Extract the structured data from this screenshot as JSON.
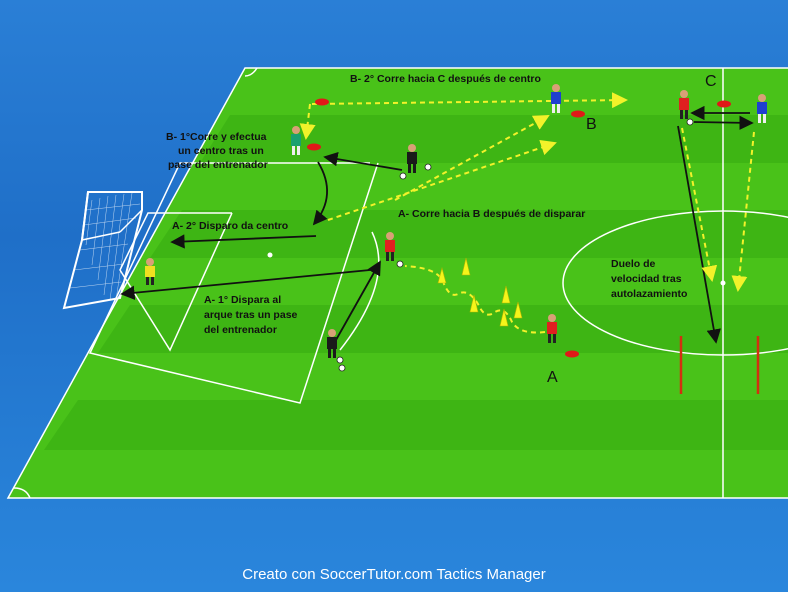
{
  "labels": {
    "b2": "B- 2° Corre hacia C después de centro",
    "b1_line1": "B- 1°Corre y efectua",
    "b1_line2": "un centro tras un",
    "b1_line3": "pase del entrenador",
    "a2": "A- 2° Disparo da centro",
    "a_run": "A- Corre hacia B después de disparar",
    "a1_line1": "A- 1° Dispara al",
    "a1_line2": "arque tras un pase",
    "a1_line3": "del entrenador",
    "duel_line1": "Duelo de",
    "duel_line2": "velocidad tras",
    "duel_line3": "autolazamiento"
  },
  "stations": {
    "a": "A",
    "b": "B",
    "c": "C"
  },
  "footer": "Creato con SoccerTutor.com Tactics Manager",
  "colors": {
    "pitch_light": "#49c219",
    "pitch_dark": "#36a80f",
    "pass_arrow": "#111111",
    "run_arrow": "#f2f22a",
    "team_red": "#e02020",
    "team_blue": "#1f3fd0",
    "coach": "#1a1a1a",
    "goalkeeper": "#f0e020",
    "cone": "#f5f51a",
    "marker": "#e01818",
    "pole": "#d23010"
  }
}
